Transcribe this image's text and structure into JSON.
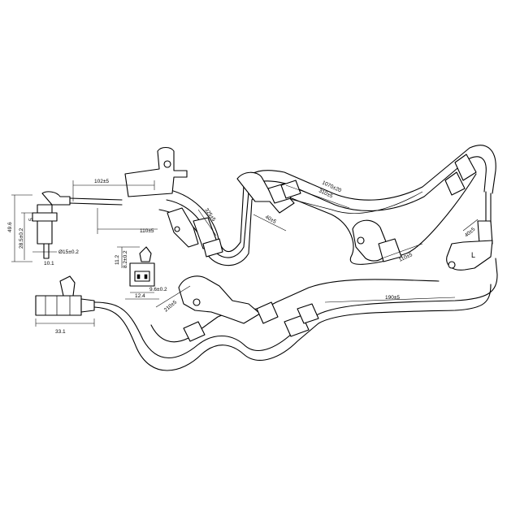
{
  "dimensions": {
    "total_length": "1070±20",
    "seg_310": "310±5",
    "seg_40_mid": "40±5",
    "seg_110_right": "110±5",
    "seg_40_right": "40±5",
    "seg_190": "190±5",
    "seg_210": "210±5",
    "seg_102": "102±5",
    "seg_110_left": "110±5",
    "seg_325": "325±5",
    "sensor_height": "49.6",
    "sensor_body": "28.5±0.2",
    "sensor_small": "5",
    "sensor_dia": "Ø15±0.2",
    "sensor_lower": "10.1",
    "conn_height": "11.2",
    "conn_top": "8.2±0.2",
    "conn_width": "9.6±0.2",
    "conn_base": "12.4",
    "plug_length": "33.1"
  },
  "marks": {
    "bracket_letter": "L"
  },
  "colors": {
    "line": "#000000",
    "background": "#ffffff"
  }
}
